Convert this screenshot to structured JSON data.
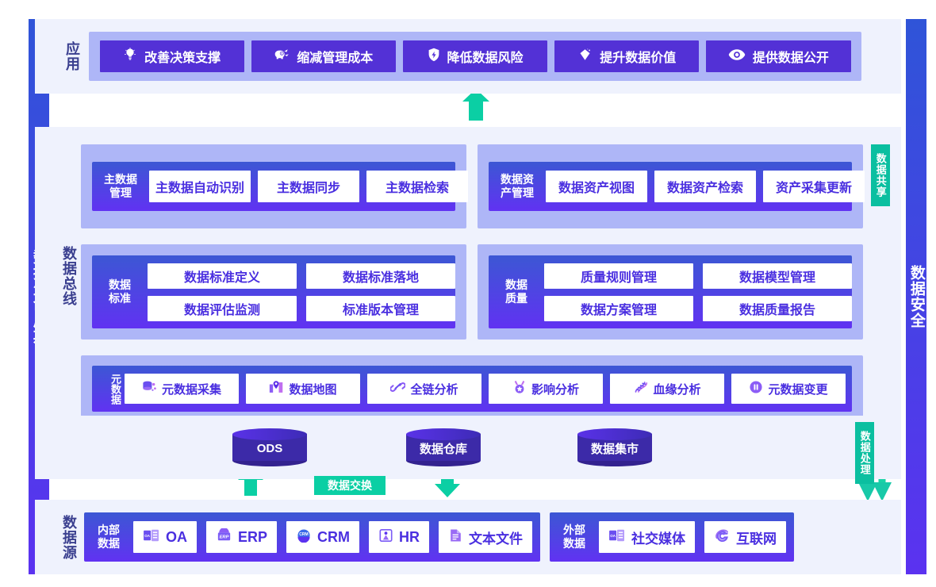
{
  "rails": {
    "left": "数据生命周期",
    "right": "数据安全"
  },
  "application": {
    "label": "应用",
    "items": [
      {
        "text": "改善决策支撑",
        "icon": "lightbulb-icon"
      },
      {
        "text": "缩减管理成本",
        "icon": "piggy-bank-icon"
      },
      {
        "text": "降低数据风险",
        "icon": "shield-bolt-icon"
      },
      {
        "text": "提升数据价值",
        "icon": "diamond-icon"
      },
      {
        "text": "提供数据公开",
        "icon": "eye-icon"
      }
    ]
  },
  "bus": {
    "label": "数据总线",
    "master_data": {
      "title": "主数据\n管理",
      "chips": [
        "主数据自动识别",
        "主数据同步",
        "主数据检索"
      ]
    },
    "data_asset": {
      "title": "数据资\n产管理",
      "chips": [
        "数据资产视图",
        "数据资产检索",
        "资产采集更新"
      ]
    },
    "data_standard": {
      "title": "数据\n标准",
      "chips": [
        "数据标准定义",
        "数据标准落地",
        "数据评估监测",
        "标准版本管理"
      ]
    },
    "data_quality": {
      "title": "数据\n质量",
      "chips": [
        "质量规则管理",
        "数据模型管理",
        "数据方案管理",
        "数据质量报告"
      ]
    },
    "metadata": {
      "title": "元数据",
      "chips": [
        {
          "text": "元数据采集",
          "icon": "database-stack-icon"
        },
        {
          "text": "数据地图",
          "icon": "map-pin-icon"
        },
        {
          "text": "全链分析",
          "icon": "chain-link-icon"
        },
        {
          "text": "影响分析",
          "icon": "medal-icon"
        },
        {
          "text": "血缘分析",
          "icon": "dna-icon"
        },
        {
          "text": "元数据变更",
          "icon": "pause-circle-icon"
        }
      ]
    }
  },
  "storage": {
    "items": [
      "ODS",
      "数据仓库",
      "数据集市"
    ],
    "exchange_badge": "数据交换"
  },
  "data_source": {
    "label": "数据源",
    "internal": {
      "title": "内部\n数据",
      "chips": [
        {
          "text": "OA",
          "icon": "oa-icon"
        },
        {
          "text": "ERP",
          "icon": "erp-icon"
        },
        {
          "text": "CRM",
          "icon": "crm-icon"
        },
        {
          "text": "HR",
          "icon": "hr-icon"
        },
        {
          "text": "文本文件",
          "icon": "text-file-icon"
        }
      ]
    },
    "external": {
      "title": "外部\n数据",
      "chips": [
        {
          "text": "社交媒体",
          "icon": "social-media-icon"
        },
        {
          "text": "互联网",
          "icon": "internet-explorer-icon"
        }
      ]
    }
  },
  "tags": {
    "share": "数据共享",
    "process": "数据处理"
  },
  "colors": {
    "rail_gradient_start": "#2f54d8",
    "rail_gradient_end": "#5b32f0",
    "band_background": "#eff2fd",
    "group_wrap": "#aeb6f7",
    "pill_purple": "#5331d6",
    "chip_text": "#4a2fe0",
    "green_accent": "#0bcfa4",
    "cylinder": "#3c2aa8"
  }
}
